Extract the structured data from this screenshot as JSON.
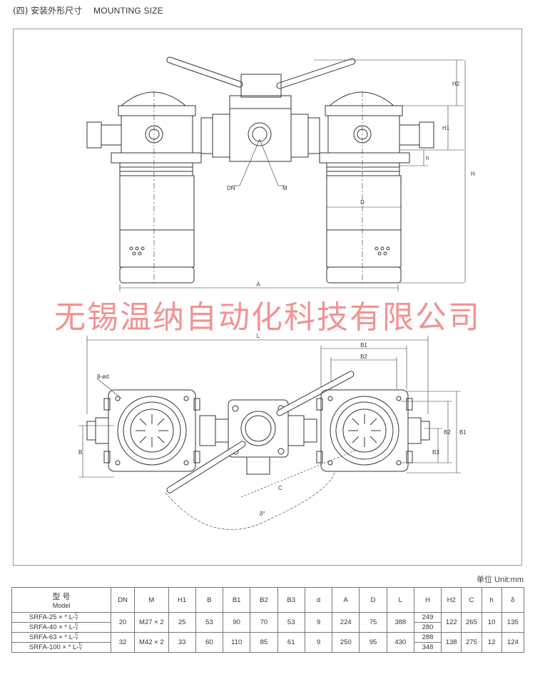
{
  "heading": {
    "cn": "(四) 安装外形尺寸",
    "en": "MOUNTING SIZE"
  },
  "watermark": "无锡温纳自动化科技有限公司",
  "drawing_labels": {
    "A": "A",
    "D": "D",
    "H": "H",
    "H1": "H1",
    "H2": "H2",
    "h": "h",
    "DN": "DN",
    "M": "M",
    "L": "L",
    "B": "B",
    "B1": "B1",
    "B2": "B2",
    "B3": "B3",
    "C": "C",
    "delta": "δ°",
    "holes": "8-ød"
  },
  "unit_note": "单位 Unit:mm",
  "table": {
    "model_cn": "型  号",
    "model_en": "Model",
    "headers": [
      "DN",
      "M",
      "H1",
      "B",
      "B1",
      "B2",
      "B3",
      "d",
      "A",
      "D",
      "L",
      "H",
      "H2",
      "C",
      "h",
      "δ"
    ],
    "suffix_c": "C",
    "suffix_y": "Y",
    "groups": [
      {
        "models": [
          "SRFA-25 × * L-",
          "SRFA-40 × * L-"
        ],
        "DN": "20",
        "M": "M27 × 2",
        "H1": "25",
        "B": "53",
        "B1": "90",
        "B2": "70",
        "B3": "53",
        "d": "9",
        "A": "224",
        "D": "75",
        "L": "388",
        "H": [
          "249",
          "280"
        ],
        "H2": "122",
        "C": "265",
        "h": "10",
        "delta": "135"
      },
      {
        "models": [
          "SRFA-63 × * L-",
          "SRFA-100 × * L-"
        ],
        "DN": "32",
        "M": "M42 × 2",
        "H1": "33",
        "B": "60",
        "B1": "110",
        "B2": "85",
        "B3": "61",
        "d": "9",
        "A": "250",
        "D": "95",
        "L": "430",
        "H": [
          "288",
          "348"
        ],
        "H2": "138",
        "C": "275",
        "h": "12",
        "delta": "124"
      }
    ]
  }
}
